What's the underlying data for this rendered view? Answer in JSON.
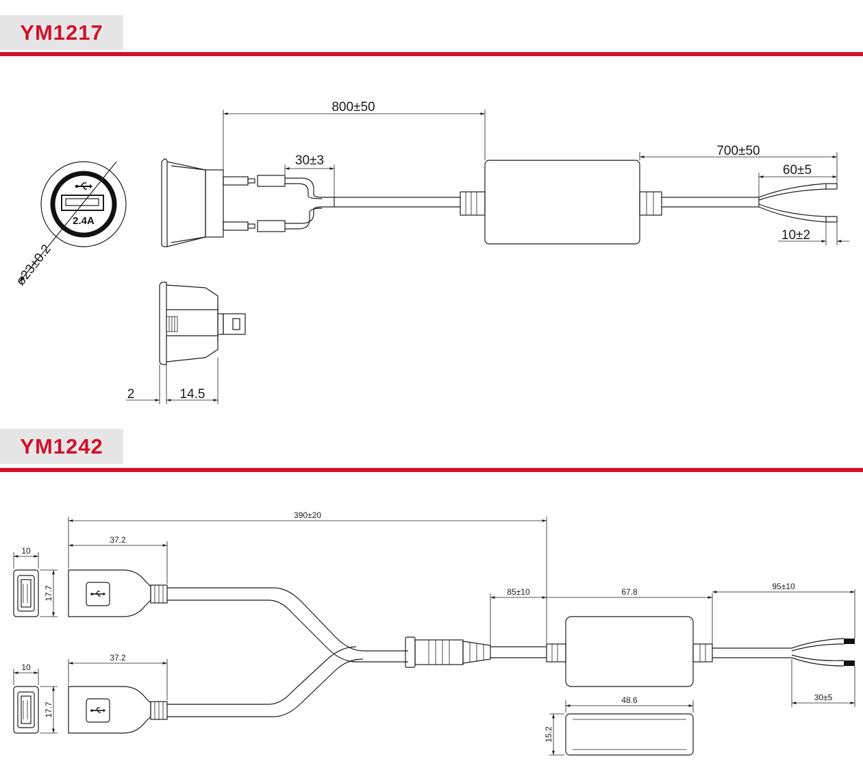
{
  "sections": [
    {
      "model": "YM1217"
    },
    {
      "model": "YM1242"
    }
  ],
  "ym1217": {
    "socket_label": "2.4A",
    "dims": {
      "diameter": "ø23±0.2",
      "total_length": "800±50",
      "terminal_length": "30±3",
      "output_cable": "700±50",
      "wire_split": "60±5",
      "strip": "10±2",
      "flange": "2",
      "body_depth": "14.5"
    }
  },
  "ym1242": {
    "dims": {
      "total_length": "390±20",
      "plug_width_1": "10",
      "plug_height_1": "17.7",
      "plug_width_2": "10",
      "plug_height_2": "17.7",
      "connector_length_1": "37.2",
      "connector_length_2": "37.2",
      "cable_to_box": "85±10",
      "box_length": "67.8",
      "lead_length": "95±10",
      "strip": "30±5",
      "box_side_length": "48.6",
      "box_side_height": "15.2"
    }
  }
}
